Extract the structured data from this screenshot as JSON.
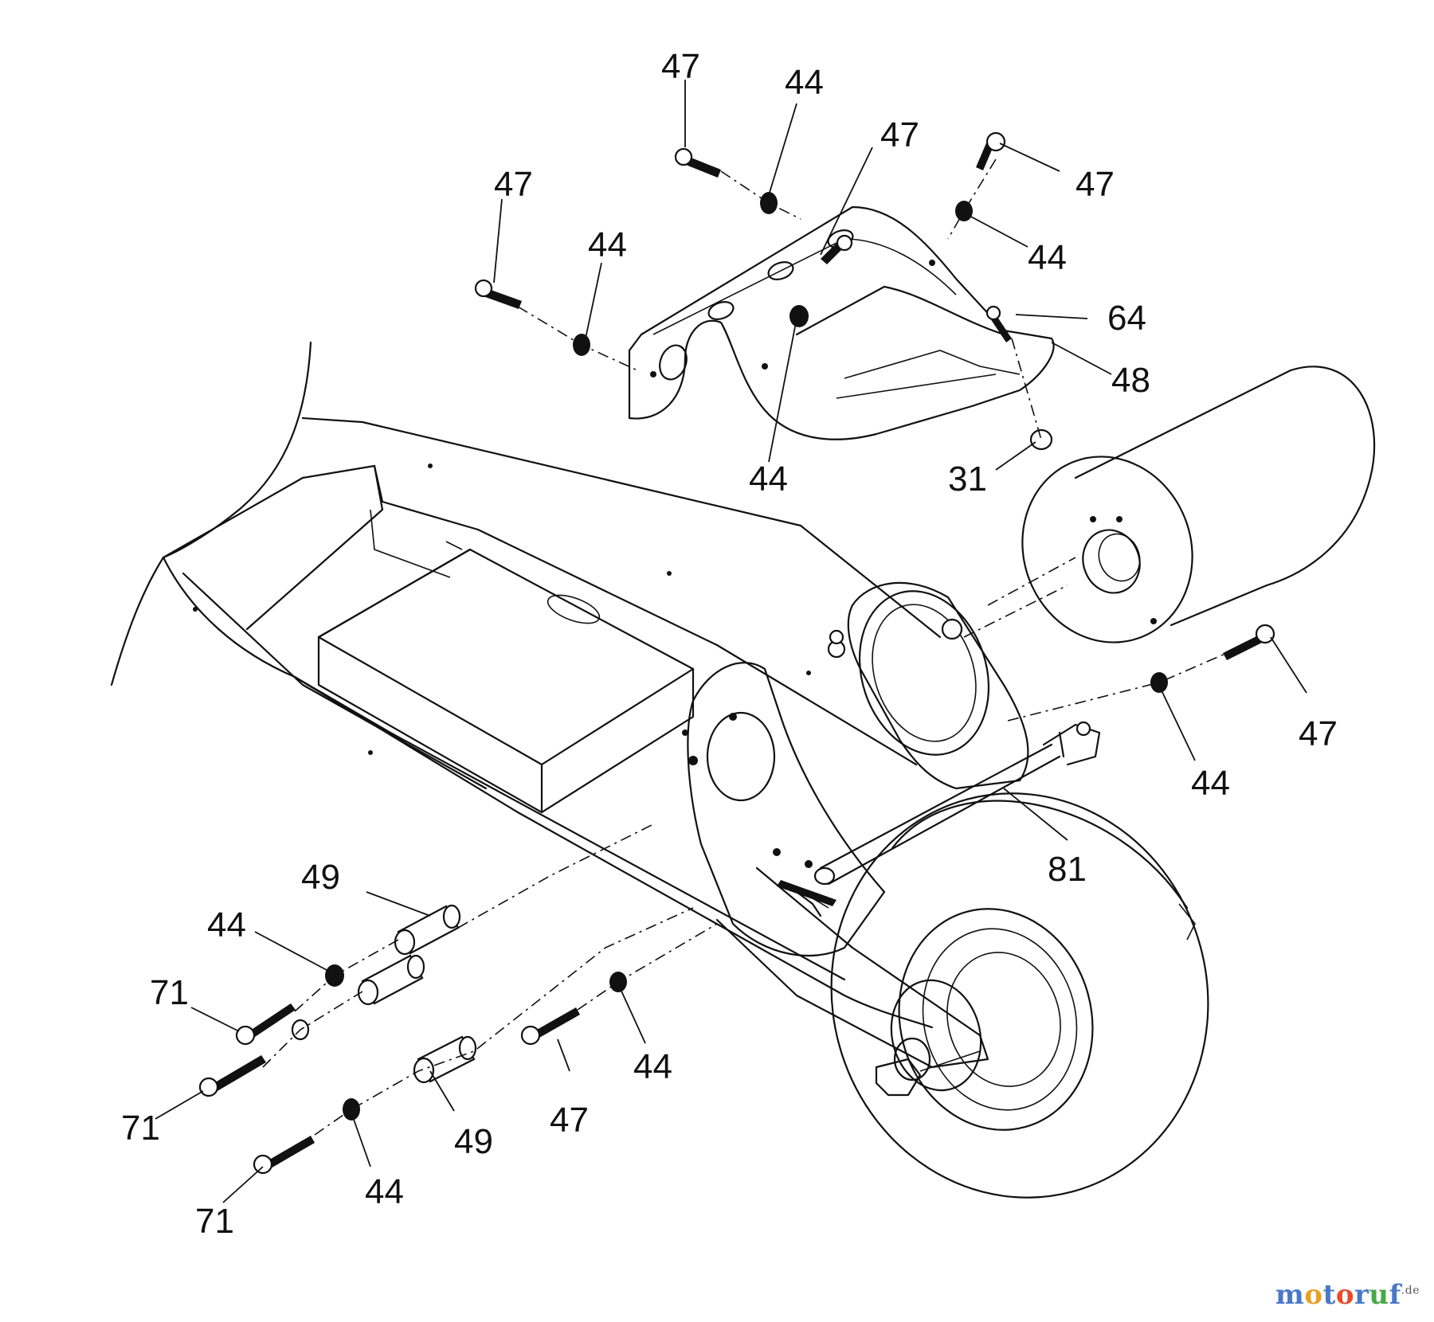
{
  "diagram": {
    "callouts": [
      {
        "id": "c47a",
        "text": "47"
      },
      {
        "id": "c44a",
        "text": "44"
      },
      {
        "id": "c47b",
        "text": "47"
      },
      {
        "id": "c47c",
        "text": "47"
      },
      {
        "id": "c44b",
        "text": "44"
      },
      {
        "id": "c44c",
        "text": "44"
      },
      {
        "id": "c47d",
        "text": "47"
      },
      {
        "id": "c64",
        "text": "64"
      },
      {
        "id": "c48",
        "text": "48"
      },
      {
        "id": "c44d",
        "text": "44"
      },
      {
        "id": "c31",
        "text": "31"
      },
      {
        "id": "c47e",
        "text": "47"
      },
      {
        "id": "c44e",
        "text": "44"
      },
      {
        "id": "c81",
        "text": "81"
      },
      {
        "id": "c49a",
        "text": "49"
      },
      {
        "id": "c44f",
        "text": "44"
      },
      {
        "id": "c71a",
        "text": "71"
      },
      {
        "id": "c71b",
        "text": "71"
      },
      {
        "id": "c49b",
        "text": "49"
      },
      {
        "id": "c47f",
        "text": "47"
      },
      {
        "id": "c44g",
        "text": "44"
      },
      {
        "id": "c44h",
        "text": "44"
      },
      {
        "id": "c71c",
        "text": "71"
      }
    ]
  },
  "watermark": {
    "parts": [
      {
        "text": "m",
        "color": "#4a78c8"
      },
      {
        "text": "o",
        "color": "#e8a020"
      },
      {
        "text": "t",
        "color": "#4a78c8"
      },
      {
        "text": "o",
        "color": "#e84a2a"
      },
      {
        "text": "r",
        "color": "#4a78c8"
      },
      {
        "text": "u",
        "color": "#4aa84a"
      },
      {
        "text": "f",
        "color": "#4a78c8"
      }
    ],
    "tld": ".de"
  }
}
